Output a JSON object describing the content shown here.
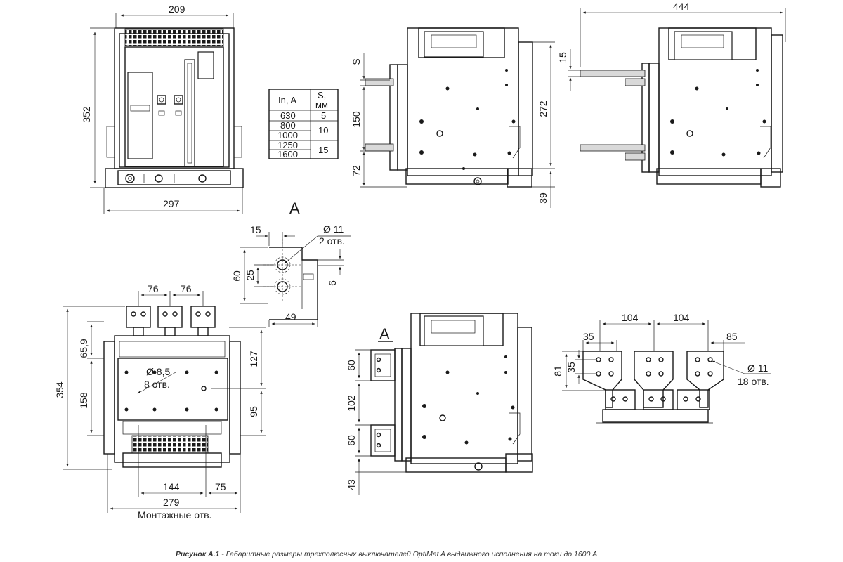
{
  "dims": {
    "d209": "209",
    "d297": "297",
    "d352": "352",
    "d444": "444",
    "d15": "15",
    "d272": "272",
    "d39": "39",
    "dS": "S",
    "d150": "150",
    "d72": "72",
    "dA15": "15",
    "dA11": "Ø 11",
    "dA2otv": "2 отв.",
    "dA60": "60",
    "dA25": "25",
    "dA6": "6",
    "dA49": "49",
    "d76a": "76",
    "d76b": "76",
    "d65_9": "65,9",
    "d158": "158",
    "d354": "354",
    "d127": "127",
    "d95": "95",
    "d8_5": "Ø 8,5",
    "d8otv": "8 отв.",
    "d144": "144",
    "d75": "75",
    "d279": "279",
    "mount": "Монтажные отв.",
    "dB60a": "60",
    "dB102": "102",
    "dB60b": "60",
    "dB43": "43",
    "d104a": "104",
    "d104b": "104",
    "d35a": "35",
    "d85": "85",
    "d81": "81",
    "d35b": "35",
    "d11b": "Ø 11",
    "d18otv": "18 отв."
  },
  "labels": {
    "viewA": "A",
    "viewA2": "A"
  },
  "table": {
    "head_in": "In, A",
    "head_s1": "S,",
    "head_s2": "мм",
    "r630": "630",
    "s5": "5",
    "r800": "800",
    "r1000": "1000",
    "s10": "10",
    "r1250": "1250",
    "r1600": "1600",
    "s15": "15"
  },
  "caption": {
    "bold": "Рисунок А.1",
    "text": " - Габаритные размеры трехполюсных выключателей OptiMat A выдвижного исполнения на токи до 1600 А"
  }
}
